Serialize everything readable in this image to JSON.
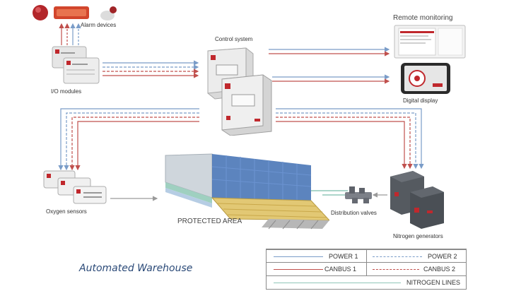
{
  "labels": {
    "alarm_devices": "Alarm devices",
    "io_modules": "I/O modules",
    "control_system": "Control system",
    "remote_monitoring": "Remote monitoring",
    "digital_display": "Digital display",
    "oxygen_sensors": "Oxygen sensors",
    "protected_area": "PROTECTED AREA",
    "distribution_valves": "Distribution valves",
    "nitrogen_generators": "Nitrogen generators"
  },
  "caption": "Automated Warehouse",
  "legend": {
    "power1": "POWER 1",
    "power2": "POWER 2",
    "canbus1": "CANBUS 1",
    "canbus2": "CANBUS 2",
    "nitrogen": "NITROGEN LINES"
  },
  "colors": {
    "power": "#7a9cc8",
    "canbus": "#c0504d",
    "nitrogen": "#8fc7b8",
    "cabinet": "#e4e4e4",
    "brand_red": "#c0282d"
  },
  "icons": {
    "alarm": "alarm-device-icon",
    "io": "io-module-icon",
    "controller": "control-cabinet-icon",
    "monitor": "monitor-icon",
    "tablet": "tablet-icon",
    "sensor": "oxygen-sensor-icon",
    "valve": "valve-icon",
    "generator": "nitrogen-generator-icon",
    "warehouse": "warehouse-icon"
  }
}
